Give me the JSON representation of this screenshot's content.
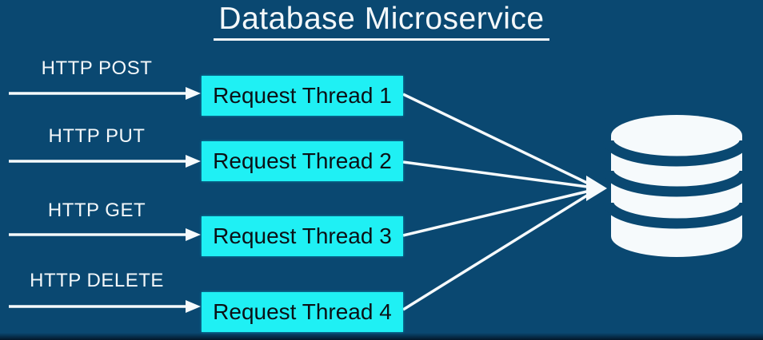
{
  "title": "Database Microservice",
  "http_methods": [
    {
      "label": "HTTP POST"
    },
    {
      "label": "HTTP PUT"
    },
    {
      "label": "HTTP GET"
    },
    {
      "label": "HTTP DELETE"
    }
  ],
  "threads": [
    {
      "label": "Request Thread 1"
    },
    {
      "label": "Request Thread 2"
    },
    {
      "label": "Request Thread 3"
    },
    {
      "label": "Request Thread 4"
    }
  ],
  "database": {
    "icon": "database-cylinder-icon"
  },
  "colors": {
    "background": "#0a4871",
    "box_fill": "#1ff0f4",
    "box_text": "#0b1116",
    "text": "#f4f8fa",
    "arrow": "#f6fafc"
  }
}
